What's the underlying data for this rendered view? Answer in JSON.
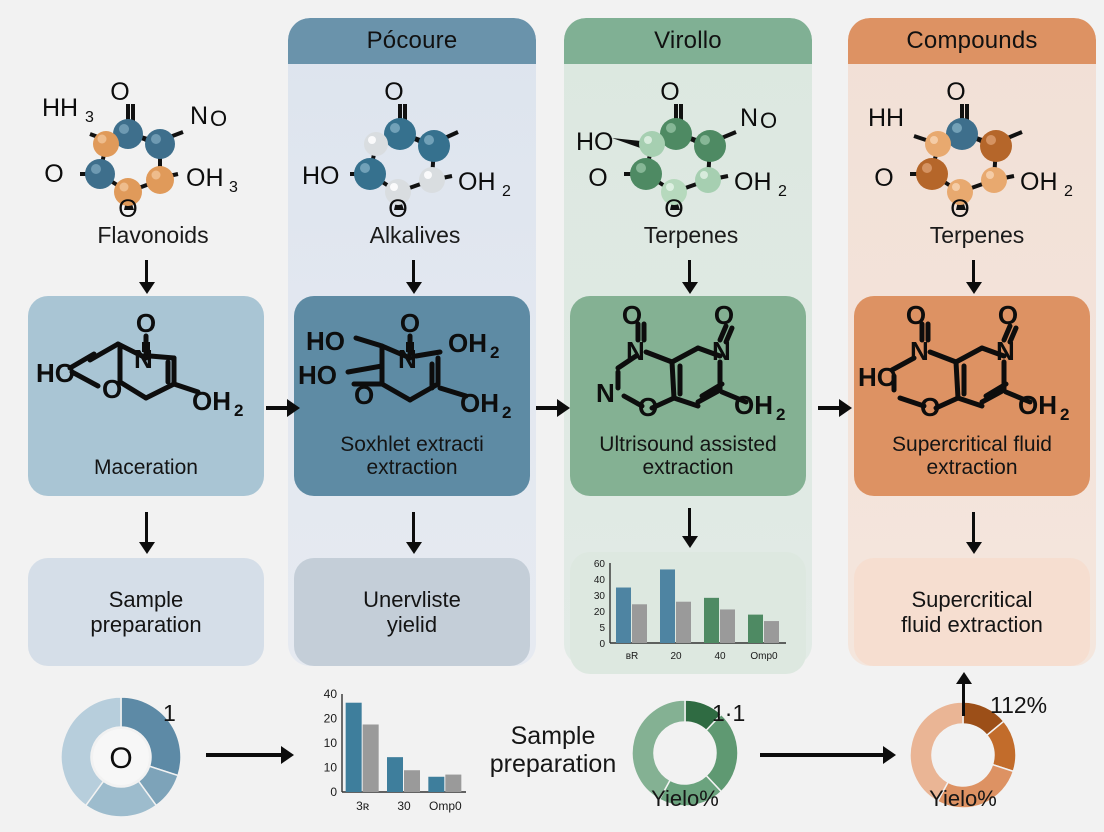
{
  "columns": [
    {
      "header": null,
      "compound_label": "Flavonoids",
      "process_label": "Maceration",
      "result_label": "Sample\npreparation",
      "panel_color": null,
      "process_color": "#a9c5d4",
      "result_color": "#d5dee8",
      "atom_colors": [
        "#3e6f8c",
        "#e09a5a"
      ],
      "molecule_atom_labels": [
        "HH",
        "3",
        "O",
        "No",
        "O",
        "OH",
        "3",
        "O"
      ]
    },
    {
      "header": "Pócoure",
      "compound_label": "Alkalives",
      "process_label": "Soxhlet extracti\nextraction",
      "result_label": "Unervliste\nyielid",
      "panel_color": "#e0e6ef",
      "header_color": "#6a93ab",
      "process_color": "#5e8ba4",
      "result_color": "#c4ced8",
      "atom_colors": [
        "#3e6f8c",
        "#d8dce0"
      ],
      "molecule_atom_labels": [
        "O",
        "HO",
        "OH",
        "2",
        "O"
      ]
    },
    {
      "header": "Virollo",
      "compound_label": "Terpenes",
      "process_label": "Ultrisound assisted\nextraction",
      "result_label": null,
      "panel_color": "#dfe9e3",
      "header_color": "#80b094",
      "process_color": "#84b193",
      "result_color": "#dde8e0",
      "atom_colors": [
        "#4e8a63",
        "#b6d9bd"
      ],
      "molecule_atom_labels": [
        "O",
        "HO",
        "No",
        "O",
        "OH",
        "2",
        "O"
      ]
    },
    {
      "header": "Compounds",
      "compound_label": "Terpenes",
      "process_label": "Supercritical fluid\nextraction",
      "result_label": "Supercritical\nfluid extraction",
      "panel_color": "#f3e3da",
      "header_color": "#dd9263",
      "process_color": "#dd9263",
      "result_color": "#f6ded0",
      "atom_colors": [
        "#b5662a",
        "#e8a96f"
      ],
      "molecule_atom_labels": [
        "HH",
        "O",
        "O",
        "OH",
        "2",
        "O"
      ]
    }
  ],
  "structures": {
    "maceration": [
      "O",
      "N",
      "HO",
      "O",
      "OH",
      "2"
    ],
    "soxhlet": [
      "O",
      "N",
      "HO",
      "HO",
      "OH",
      "2",
      "O",
      "OH",
      "2"
    ],
    "ultrasound": [
      "O",
      "O",
      "N",
      "N",
      "N",
      "O",
      "OH",
      "2"
    ],
    "supercritical": [
      "O",
      "O",
      "N",
      "N",
      "HO",
      "O",
      "OH",
      "2"
    ]
  },
  "bottom": {
    "middle_text": "Sample\npreparation",
    "donut_left": {
      "center_label": "O",
      "callout": "1",
      "segments": [
        {
          "value": 30,
          "color": "#5d8aa6"
        },
        {
          "value": 10,
          "color": "#7da3b9"
        },
        {
          "value": 20,
          "color": "#9dbccd"
        },
        {
          "value": 40,
          "color": "#b7cedc"
        }
      ]
    },
    "donut_green": {
      "label": "Yielo%",
      "callout": "1·1",
      "segments": [
        {
          "value": 12,
          "color": "#2f6b42"
        },
        {
          "value": 26,
          "color": "#5f9972"
        },
        {
          "value": 20,
          "color": "#6ba37e"
        },
        {
          "value": 42,
          "color": "#84b193"
        }
      ]
    },
    "donut_orange": {
      "label": "Yielo%",
      "callout": "112%",
      "segments": [
        {
          "value": 14,
          "color": "#9c4f18"
        },
        {
          "value": 16,
          "color": "#c26c2b"
        },
        {
          "value": 28,
          "color": "#dd9263"
        },
        {
          "value": 42,
          "color": "#eab595"
        }
      ]
    }
  },
  "chart_data": [
    {
      "type": "bar",
      "id": "bar-chart-bottom",
      "title": "",
      "xlabel": "",
      "ylabel": "",
      "categories": [
        "3ʀ",
        "30",
        "Omp0"
      ],
      "ytick_labels": [
        "0",
        "10",
        "10",
        "20",
        "40"
      ],
      "ytick_values": [
        0,
        10,
        10,
        20,
        40
      ],
      "ylim": [
        0,
        45
      ],
      "grid": false,
      "legend": "none",
      "series": [
        {
          "name": "series-1",
          "color": "#3e7e9c",
          "values": [
            41,
            16,
            7
          ]
        },
        {
          "name": "series-2",
          "color": "#9a9a9a",
          "values": [
            31,
            10,
            8
          ]
        }
      ]
    },
    {
      "type": "bar",
      "id": "bar-chart-column3",
      "title": "",
      "xlabel": "",
      "ylabel": "",
      "categories": [
        "ʙR",
        "20",
        "40",
        "Omp0"
      ],
      "ytick_labels": [
        "0",
        "5",
        "20",
        "30",
        "40",
        "60"
      ],
      "ytick_values": [
        0,
        5,
        20,
        30,
        40,
        60
      ],
      "ylim": [
        0,
        62
      ],
      "grid": false,
      "legend": "none",
      "series": [
        {
          "name": "series-1",
          "color": "#4e84a2",
          "values": [
            43,
            57,
            null,
            null
          ]
        },
        {
          "name": "series-1b",
          "color": "#4e8a63",
          "values": [
            null,
            null,
            35,
            22
          ]
        },
        {
          "name": "series-2",
          "color": "#9a9a9a",
          "values": [
            30,
            32,
            26,
            17
          ]
        }
      ]
    },
    {
      "type": "pie",
      "id": "donut-left",
      "labels": [
        "s1",
        "s2",
        "s3",
        "s4"
      ],
      "values": [
        30,
        10,
        20,
        40
      ],
      "colors": [
        "#5d8aa6",
        "#7da3b9",
        "#9dbccd",
        "#b7cedc"
      ],
      "title": "",
      "annotation": "1",
      "center_label": "O"
    },
    {
      "type": "pie",
      "id": "donut-green",
      "labels": [
        "s1",
        "s2",
        "s3",
        "s4"
      ],
      "values": [
        12,
        26,
        20,
        42
      ],
      "colors": [
        "#2f6b42",
        "#5f9972",
        "#6ba37e",
        "#84b193"
      ],
      "title": "Yielo%",
      "annotation": "1·1"
    },
    {
      "type": "pie",
      "id": "donut-orange",
      "labels": [
        "s1",
        "s2",
        "s3",
        "s4"
      ],
      "values": [
        14,
        16,
        28,
        42
      ],
      "colors": [
        "#9c4f18",
        "#c26c2b",
        "#dd9263",
        "#eab595"
      ],
      "title": "Yielo%",
      "annotation": "112%"
    }
  ]
}
